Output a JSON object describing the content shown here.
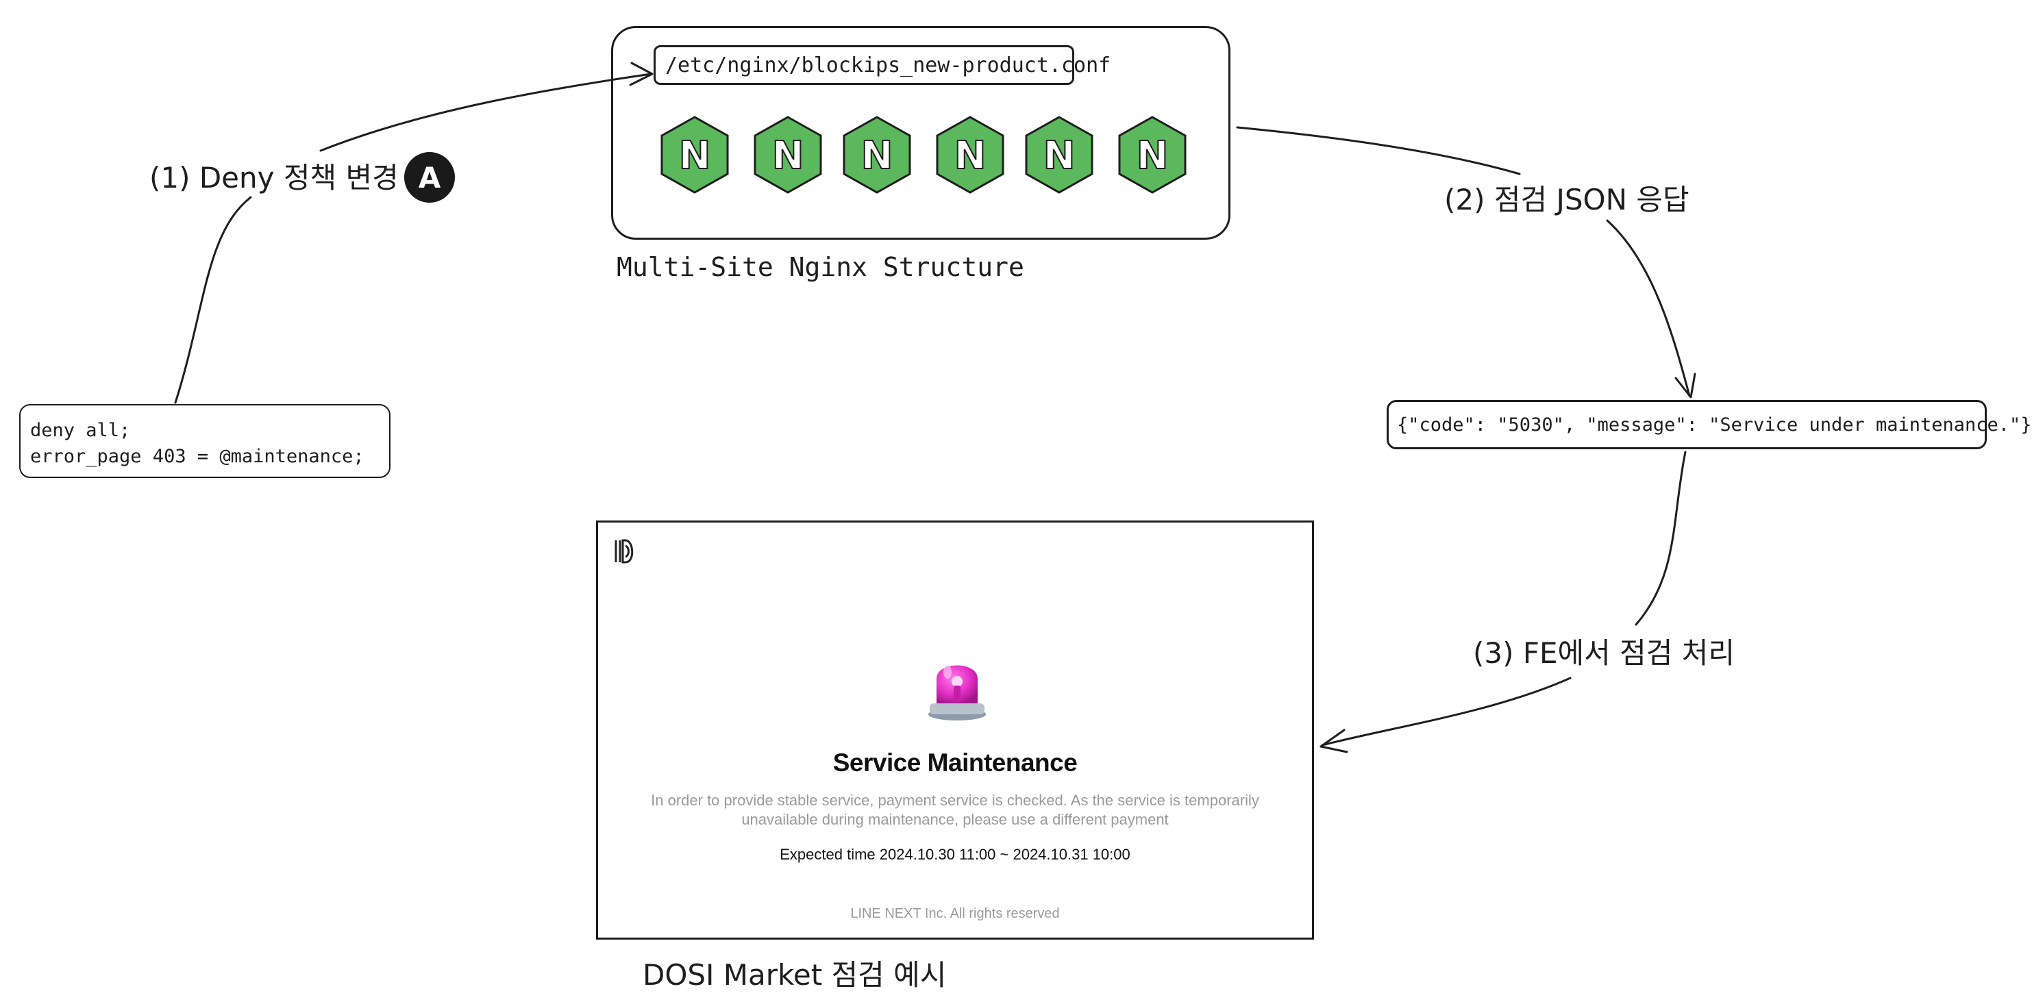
{
  "nginx_structure": {
    "config_path": "/etc/nginx/blockips_new-product.conf",
    "caption": "Multi-Site Nginx Structure",
    "server_icons": [
      "nginx-icon",
      "nginx-icon",
      "nginx-icon",
      "nginx-icon",
      "nginx-icon",
      "nginx-icon"
    ],
    "server_letter": "N",
    "icon_color": "#5cb85c"
  },
  "steps": {
    "step1": "(1) Deny 정책 변경",
    "step2": "(2) 점검 JSON 응답",
    "step3": "(3) FE에서 점검 처리"
  },
  "ansible_logo": {
    "icon": "ansible-logo",
    "letter": "A"
  },
  "config_snippet": {
    "line1": "deny all;",
    "line2": "error_page 403 = @maintenance;"
  },
  "json_response": "{\"code\": \"5030\", \"message\": \"Service under maintenance.\"}",
  "maintenance_page": {
    "logo": "dosi-logo",
    "icon": "siren-icon",
    "title": "Service Maintenance",
    "description": "In order to provide stable service, payment service is checked. As the service is temporarily unavailable during maintenance, please use a different payment",
    "expected_time": "Expected time 2024.10.30 11:00 ~ 2024.10.31 10:00",
    "footer": "LINE NEXT Inc. All rights reserved",
    "caption": "DOSI Market 점검 예시"
  }
}
